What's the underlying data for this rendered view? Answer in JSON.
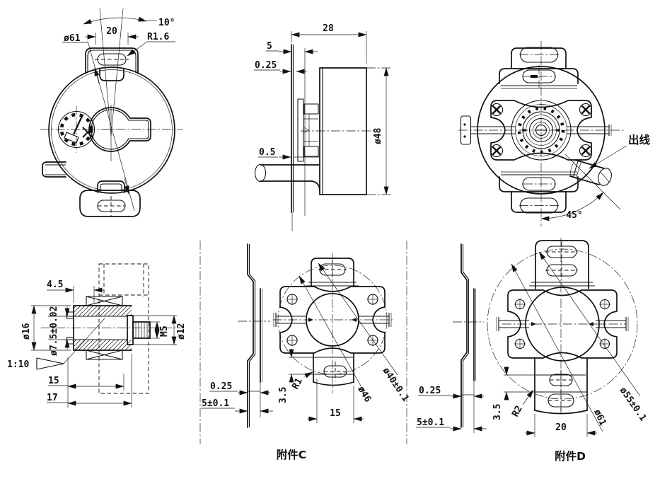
{
  "labels": {
    "attachment_c": "附件C",
    "attachment_d": "附件D",
    "wire_out": "出线"
  },
  "front_view": {
    "dia_61": "ø61",
    "width_20": "20",
    "angle_10": "10°",
    "radius_1_6": "R1.6"
  },
  "side_view": {
    "width_28": "28",
    "offset_5": "5",
    "gap_0_25": "0.25",
    "gap_0_5": "0.5",
    "dia_48": "ø48"
  },
  "rear_view": {
    "angle_45": "45°"
  },
  "shaft_view": {
    "len_4_5": "4.5",
    "dia_16": "ø16",
    "dia_7_5": "ø7.5±0.02",
    "taper": "1:10",
    "thread": "M5",
    "dia_12": "ø12",
    "len_15": "15",
    "len_17": "17"
  },
  "bracket_c": {
    "label": "附件C",
    "thick_0_25": "0.25",
    "offset_5": "5±0.1",
    "h_3_5": "3.5",
    "radius": "R1",
    "slot_15": "15",
    "dia_46": "ø46",
    "dia_40": "ø40±0.1"
  },
  "bracket_d": {
    "label": "附件D",
    "thick_0_25": "0.25",
    "offset_5": "5±0.1",
    "h_3_5": "3.5",
    "radius": "R2",
    "slot_20": "20",
    "dia_61": "ø61",
    "dia_55": "ø55±0.1"
  },
  "colors": {
    "line": "#111111",
    "background": "#ffffff"
  }
}
